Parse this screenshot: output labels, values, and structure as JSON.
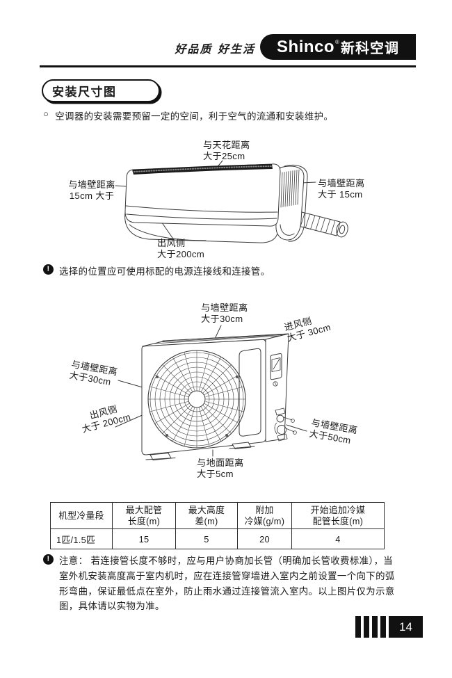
{
  "header": {
    "tagline": "好品质 好生活",
    "brand_en": "Shinco",
    "brand_reg": "®",
    "brand_cn": "新科空调"
  },
  "title": "安装尺寸图",
  "intro": {
    "bullet": "○",
    "text": "空调器的安装需要预留一定的空间，利于空气的流通和安装维护。"
  },
  "icons": {
    "alert": "!"
  },
  "indoor_diagram": {
    "labels": {
      "ceiling": {
        "l1": "与天花距离",
        "l2": "大于25cm"
      },
      "left_wall": {
        "l1": "与墙壁距离",
        "l2": "15cm 大于"
      },
      "right_wall": {
        "l1": "与墙壁距离",
        "l2": "大于 15cm"
      },
      "outlet": {
        "l1": "出风侧",
        "l2": "大于200cm"
      }
    },
    "note": "选择的位置应可使用标配的电源连接线和连接管。"
  },
  "outdoor_diagram": {
    "labels": {
      "top_wall": {
        "l1": "与墙壁距离",
        "l2": "大于30cm"
      },
      "inlet": {
        "l1": "进风侧",
        "l2": "大于 30cm"
      },
      "left_wall": {
        "l1": "与墙壁距离",
        "l2": "大于30cm"
      },
      "outlet": {
        "l1": "出风侧",
        "l2": "大于 200cm"
      },
      "ground": {
        "l1": "与地面距离",
        "l2": "大于5cm"
      },
      "right_wall": {
        "l1": "与墙壁距离",
        "l2": "大于50cm"
      }
    }
  },
  "spec_table": {
    "headers": [
      {
        "l1": "机型冷量段",
        "l2": ""
      },
      {
        "l1": "最大配管",
        "l2": "长度(m)"
      },
      {
        "l1": "最大高度",
        "l2": "差(m)"
      },
      {
        "l1": "附加",
        "l2": "冷媒(g/m)"
      },
      {
        "l1": "开始追加冷媒",
        "l2": "配管长度(m)"
      }
    ],
    "rows": [
      [
        "1匹/1.5匹",
        "15",
        "5",
        "20",
        "4"
      ]
    ]
  },
  "caution": {
    "lines": [
      "注意： 若连接管长度不够时，应与用户协商加长管（明确加长管收费标准），当",
      "室外机安装高度高于室内机时，应在连接管穿墙进入室内之前设置一个向下的弧",
      "形弯曲，保证最低点在室外，防止雨水通过连接管流入室内。以上图片仅为示意",
      "图，具体请以实物为准。"
    ]
  },
  "footer": {
    "page_number": "14"
  },
  "colors": {
    "ink": "#1a1a1a",
    "banner_bg": "#111111",
    "line": "#3a3a3a"
  }
}
